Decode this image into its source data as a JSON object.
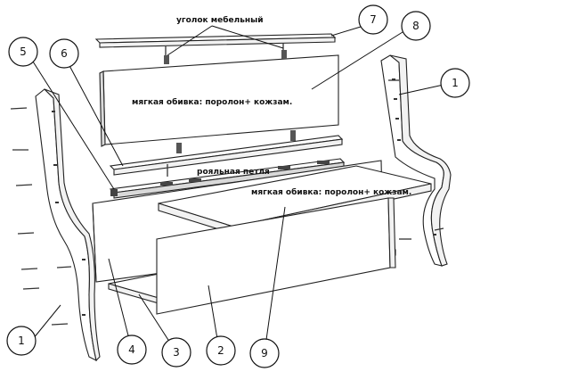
{
  "labels": {
    "corner": "уголок мебельный",
    "upholstery_back": "мягкая обивка: поролон+ кожзам.",
    "hinge": "рояльная петля",
    "upholstery_seat": "мягкая обивка: поролон+ кожзам."
  },
  "callouts": [
    "1",
    "1",
    "2",
    "3",
    "4",
    "5",
    "6",
    "7",
    "8",
    "9"
  ]
}
